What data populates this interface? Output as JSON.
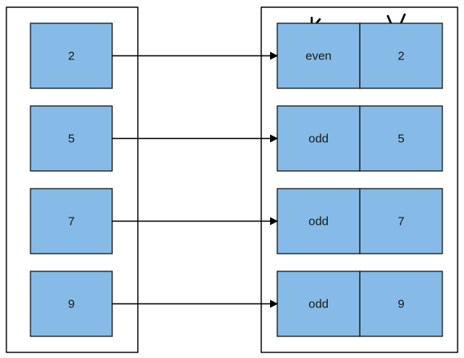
{
  "colors": {
    "box_fill": "#85BBE6",
    "box_stroke": "#1a1a1a",
    "arrow": "#000000",
    "container_stroke": "#000000"
  },
  "annotations": {
    "key_label": "k",
    "value_label": "v"
  },
  "rows": [
    {
      "input": "2",
      "key": "even",
      "value": "2"
    },
    {
      "input": "5",
      "key": "odd",
      "value": "5"
    },
    {
      "input": "7",
      "key": "odd",
      "value": "7"
    },
    {
      "input": "9",
      "key": "odd",
      "value": "9"
    }
  ]
}
